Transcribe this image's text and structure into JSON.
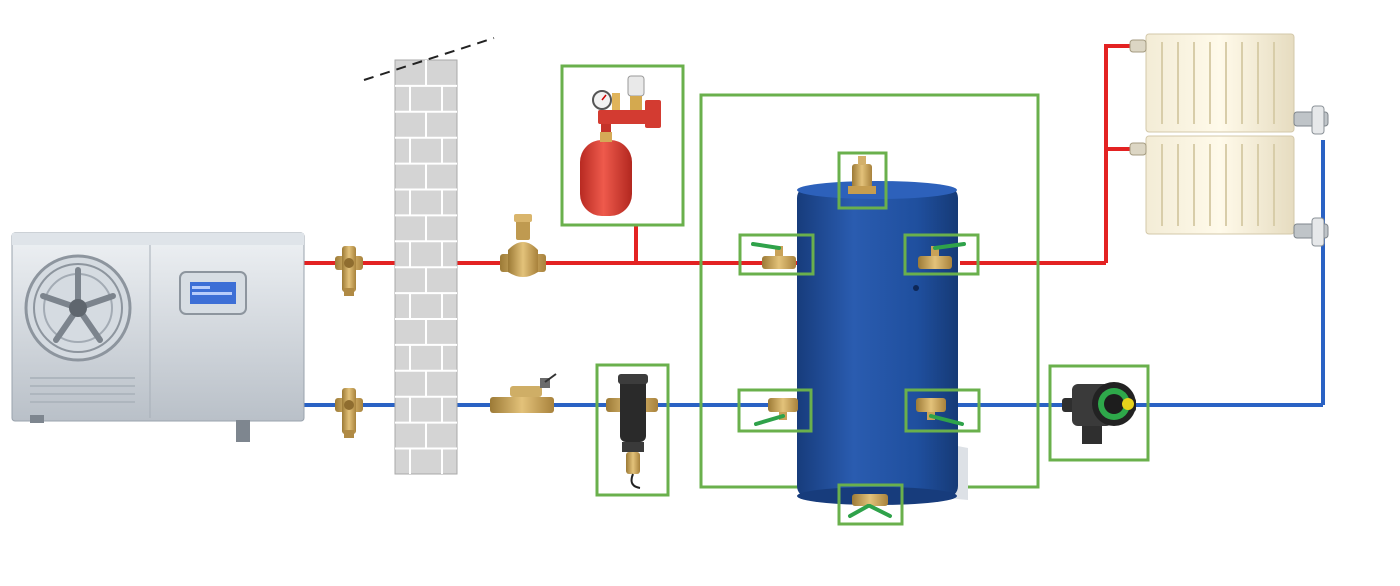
{
  "diagram": {
    "kind": "heat pump heating circuit schematic",
    "colors": {
      "flow_pipe": "#e32222",
      "return_pipe": "#2a62c4",
      "highlight_box": "#6ab04c",
      "tank_body": "#1f4f9e",
      "brick_wall": "#cfcfcf",
      "brass": "#c8a050",
      "valve_handle": "#2fa24a",
      "expansion_vessel": "#d93a2f"
    },
    "components": [
      {
        "id": "heat-pump-unit",
        "icon": "heat-pump-outdoor-unit-icon",
        "highlighted": false
      },
      {
        "id": "wall",
        "icon": "brick-wall-icon",
        "highlighted": false
      },
      {
        "id": "flow-three-way-valve",
        "icon": "three-way-valve-icon",
        "highlighted": false
      },
      {
        "id": "return-three-way-valve",
        "icon": "three-way-valve-icon",
        "highlighted": false
      },
      {
        "id": "air-separator",
        "icon": "air-separator-icon",
        "highlighted": false
      },
      {
        "id": "flow-meter",
        "icon": "flow-meter-icon",
        "highlighted": false
      },
      {
        "id": "expansion-vessel-group",
        "icon": "expansion-vessel-icon",
        "highlighted": true
      },
      {
        "id": "magnetic-dirt-separator",
        "icon": "dirt-separator-icon",
        "highlighted": true
      },
      {
        "id": "buffer-tank",
        "icon": "buffer-tank-icon",
        "highlighted": true
      },
      {
        "id": "tank-air-vent",
        "icon": "air-vent-icon",
        "highlighted": true
      },
      {
        "id": "tank-ball-valves",
        "icon": "ball-valve-icon",
        "highlighted": true,
        "count": 4
      },
      {
        "id": "tank-drain-valve",
        "icon": "drain-valve-icon",
        "highlighted": true
      },
      {
        "id": "circulation-pump",
        "icon": "circulator-pump-icon",
        "highlighted": true
      },
      {
        "id": "radiators",
        "icon": "radiator-icon",
        "highlighted": false,
        "count": 2
      }
    ]
  }
}
